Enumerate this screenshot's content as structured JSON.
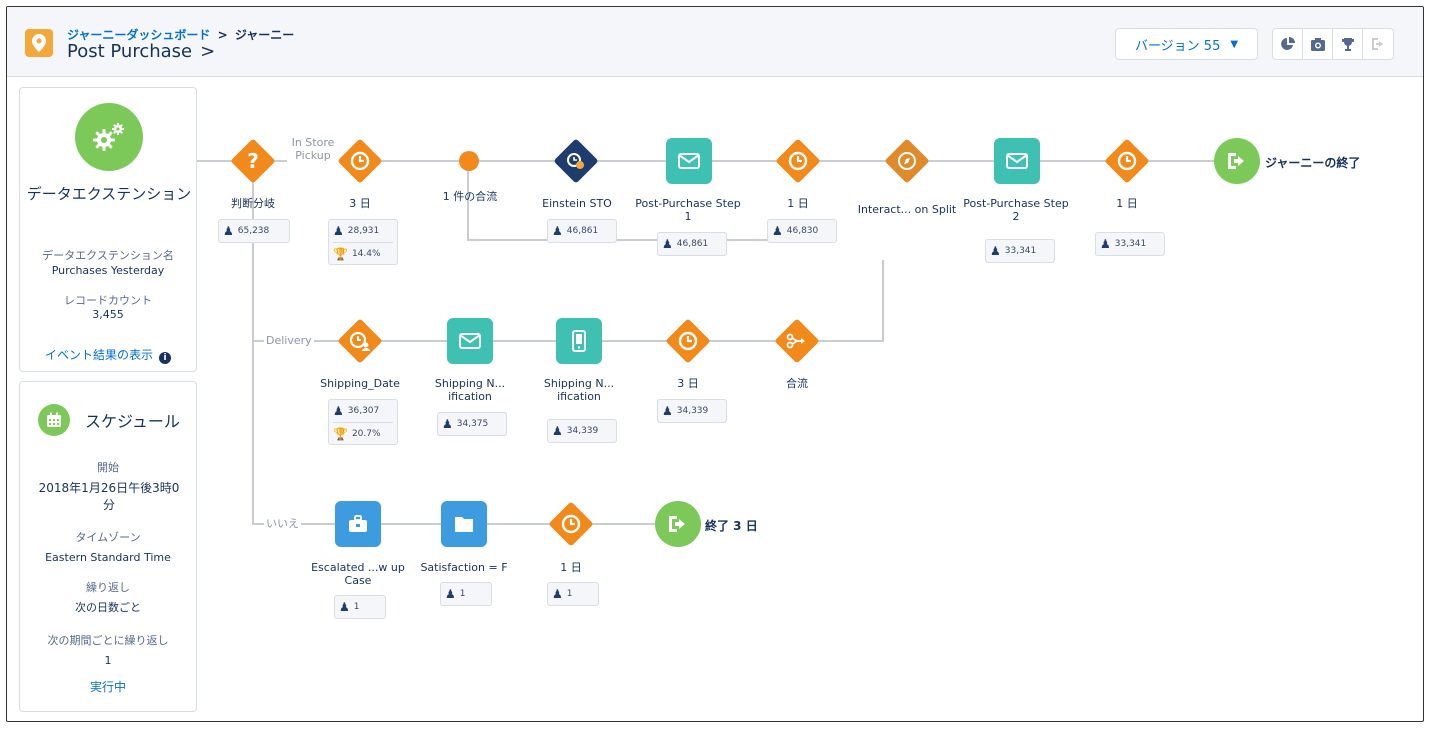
{
  "header": {
    "breadcrumb_link": "ジャーニーダッシュボード",
    "breadcrumb_sep": ">",
    "breadcrumb_current": "ジャーニー",
    "title": "Post Purchase",
    "title_chevron": ">",
    "version_label": "バージョン 55",
    "version_caret": "▼"
  },
  "sidebar": {
    "data_extension": {
      "title": "データエクステンション",
      "name_label": "データエクステンション名",
      "name_value": "Purchases Yesterday",
      "count_label": "レコードカウント",
      "count_value": "3,455",
      "link": "イベント結果の表示",
      "info": "i"
    },
    "schedule": {
      "title": "スケジュール",
      "start_label": "開始",
      "start_value": "2018年1月26日午後3時0分",
      "tz_label": "タイムゾーン",
      "tz_value": "Eastern Standard Time",
      "repeat_label": "繰り返し",
      "repeat_value": "次の日数ごと",
      "period_label": "次の期間ごとに繰り返し",
      "period_value": "1",
      "status": "実行中"
    }
  },
  "paths": {
    "in_store": "In Store Pickup",
    "delivery": "Delivery",
    "no": "いいえ"
  },
  "nodes": {
    "decision": {
      "label": "判断分岐",
      "glyph": "?",
      "stat": "65,238"
    },
    "wait3": {
      "label": "3 日",
      "stat": "28,931",
      "goal": "14.4%"
    },
    "join1": {
      "label": "1 件の合流"
    },
    "einstein": {
      "label": "Einstein STO",
      "stat": "46,861"
    },
    "pp_step1": {
      "label": "Post-Purchase Step 1",
      "stat": "46,861"
    },
    "wait1a": {
      "label": "1 日",
      "stat": "46,830"
    },
    "interaction_split": {
      "label": "Interact... on Split"
    },
    "pp_step2": {
      "label": "Post-Purchase Step 2",
      "stat": "33,341"
    },
    "wait1b": {
      "label": "1 日",
      "stat": "33,341"
    },
    "end_main": {
      "label": "ジャーニーの終了"
    },
    "shipping_date": {
      "label": "Shipping_Date",
      "stat": "36,307",
      "goal": "20.7%"
    },
    "ship_notif_email": {
      "label": "Shipping N... ification",
      "stat": "34,375"
    },
    "ship_notif_sms": {
      "label": "Shipping N... ification",
      "stat": "34,339"
    },
    "wait3b": {
      "label": "3 日",
      "stat": "34,339"
    },
    "merge": {
      "label": "合流"
    },
    "escalated": {
      "label": "Escalated ...w up Case",
      "stat": "1"
    },
    "satisfaction": {
      "label": "Satisfaction = F",
      "stat": "1"
    },
    "wait1c": {
      "label": "1 日",
      "stat": "1"
    },
    "end_3day": {
      "label": "終了 3 日"
    }
  }
}
